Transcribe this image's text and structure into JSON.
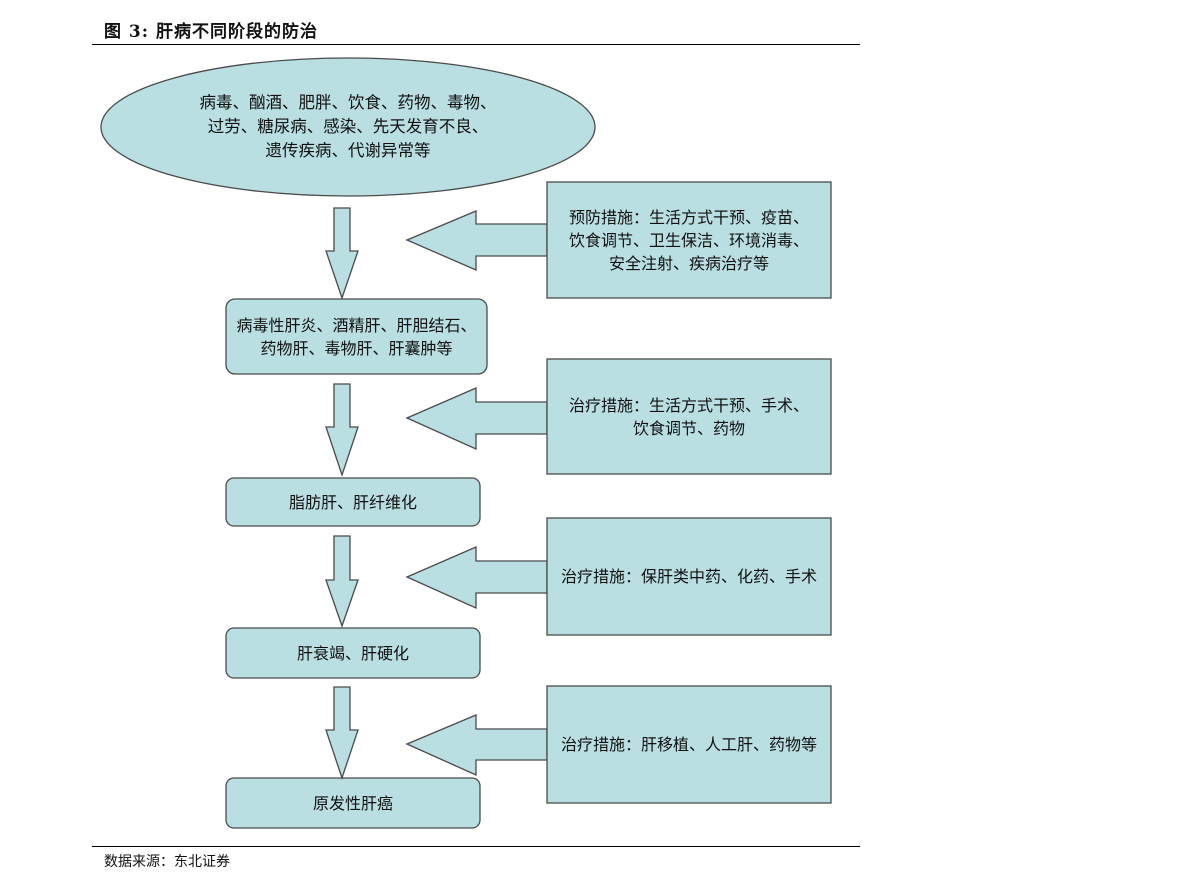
{
  "figure": {
    "title": "图 3: 肝病不同阶段的防治",
    "source": "数据来源：东北证券"
  },
  "causes": {
    "lines": [
      "病毒、酗酒、肥胖、饮食、药物、毒物、",
      "过劳、糖尿病、感染、先天发育不良、",
      "遗传疾病、代谢异常等"
    ]
  },
  "stages": [
    {
      "lines": [
        "病毒性肝炎、酒精肝、肝胆结石、",
        "药物肝、毒物肝、肝囊肿等"
      ]
    },
    {
      "lines": [
        "脂肪肝、肝纤维化"
      ]
    },
    {
      "lines": [
        "肝衰竭、肝硬化"
      ]
    },
    {
      "lines": [
        "原发性肝癌"
      ]
    }
  ],
  "measures": [
    {
      "lines": [
        "预防措施：生活方式干预、疫苗、",
        "饮食调节、卫生保洁、环境消毒、",
        "安全注射、疾病治疗等"
      ]
    },
    {
      "lines": [
        "治疗措施：生活方式干预、手术、",
        "饮食调节、药物"
      ]
    },
    {
      "lines": [
        "治疗措施：保肝类中药、化药、手术"
      ]
    },
    {
      "lines": [
        "治疗措施：肝移植、人工肝、药物等"
      ]
    }
  ],
  "colors": {
    "fill": "#b9dfe3",
    "stroke": "#4a4a4a"
  }
}
